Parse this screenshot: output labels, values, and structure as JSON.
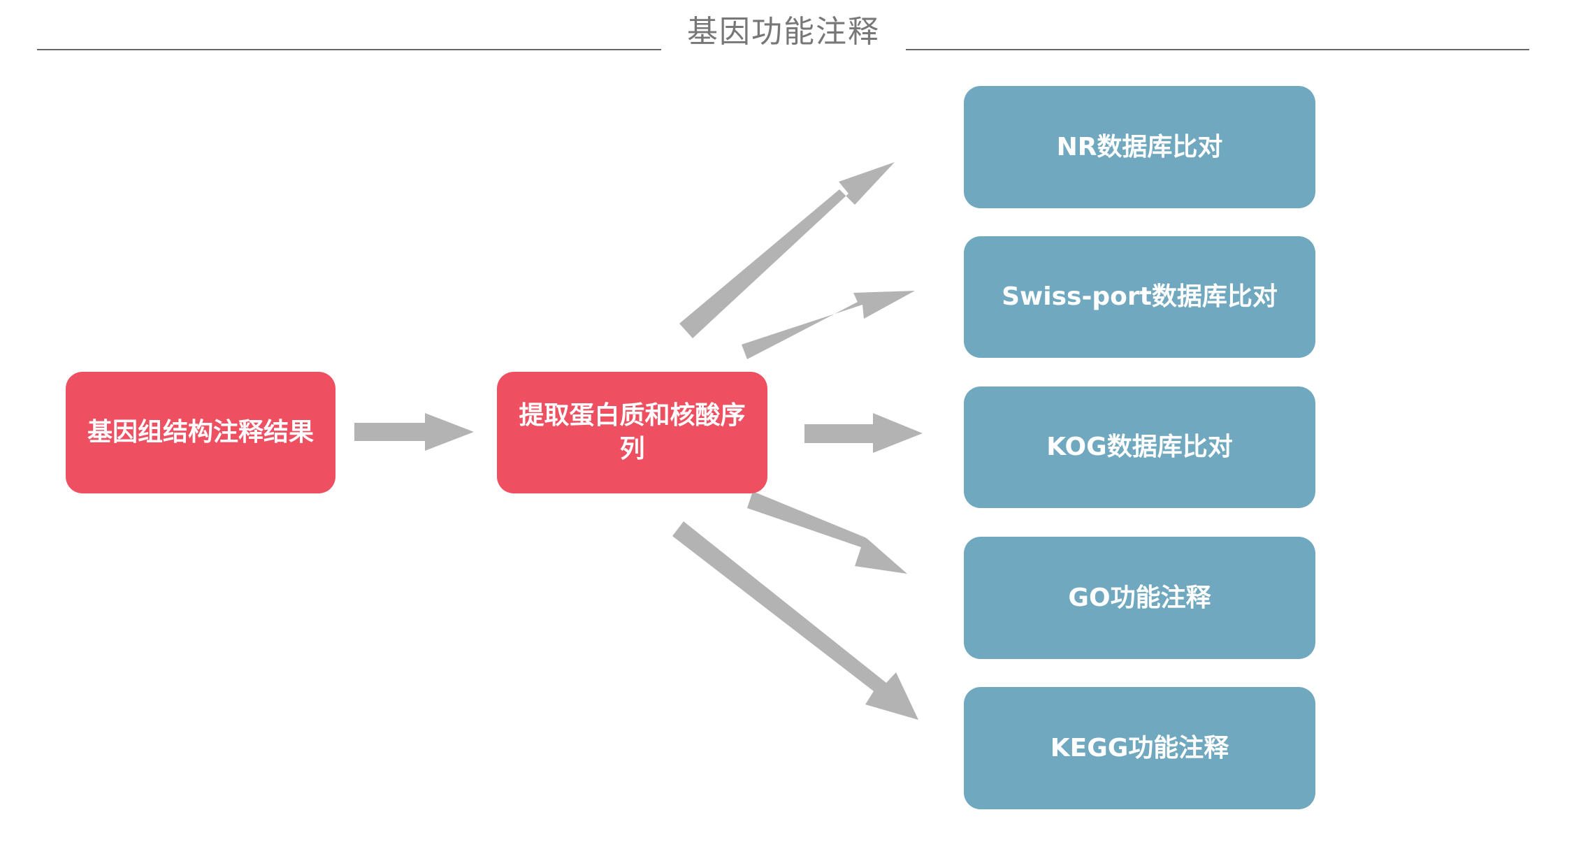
{
  "title": "基因功能注释",
  "colors": {
    "source_box": "#ee5062",
    "target_box": "#70a8bf",
    "arrow": "#b3b3b3",
    "title_text": "#777777",
    "title_line": "#666666"
  },
  "nodes": {
    "source": "基因组结构注释结果",
    "extract": "提取蛋白质和核酸序列",
    "targets": [
      "NR数据库比对",
      "Swiss-port数据库比对",
      "KOG数据库比对",
      "GO功能注释",
      "KEGG功能注释"
    ]
  }
}
